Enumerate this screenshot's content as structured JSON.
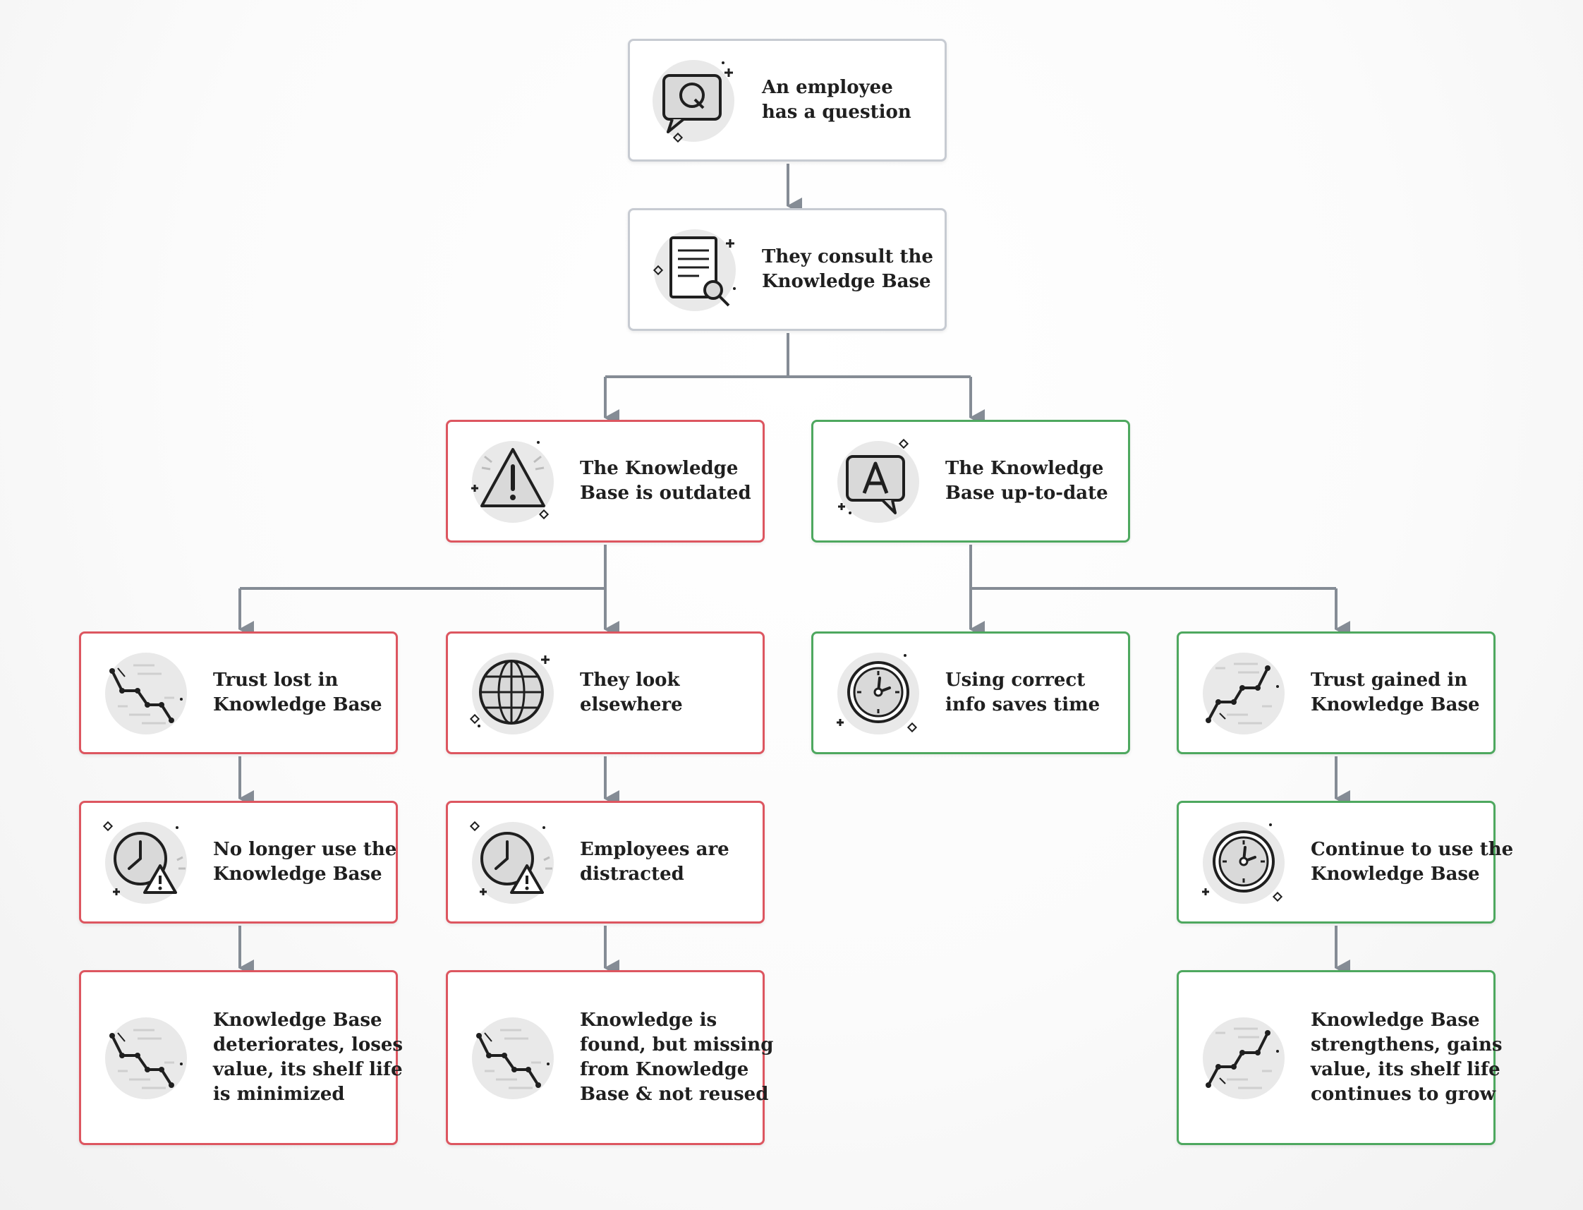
{
  "nodes": [
    {
      "id": "question",
      "lines": [
        "An employee",
        "has a question"
      ],
      "icon": "question-chat-icon",
      "status": "neutral"
    },
    {
      "id": "consult",
      "lines": [
        "They consult the",
        "Knowledge Base"
      ],
      "icon": "document-search-icon",
      "status": "neutral"
    },
    {
      "id": "outdated",
      "lines": [
        "The Knowledge",
        "Base is outdated"
      ],
      "icon": "warning-triangle-icon",
      "status": "negative"
    },
    {
      "id": "uptodate",
      "lines": [
        "The Knowledge",
        "Base up-to-date"
      ],
      "icon": "answer-chat-icon",
      "status": "positive"
    },
    {
      "id": "trust-lost",
      "lines": [
        "Trust lost in",
        "Knowledge Base"
      ],
      "icon": "declining-chart-icon",
      "status": "negative"
    },
    {
      "id": "look-elsewhere",
      "lines": [
        "They look",
        "elsewhere"
      ],
      "icon": "globe-icon",
      "status": "negative"
    },
    {
      "id": "saves-time",
      "lines": [
        "Using correct",
        "info saves time"
      ],
      "icon": "wall-clock-icon",
      "status": "positive"
    },
    {
      "id": "trust-gained",
      "lines": [
        "Trust gained in",
        "Knowledge Base"
      ],
      "icon": "rising-chart-icon",
      "status": "positive"
    },
    {
      "id": "no-longer-use",
      "lines": [
        "No longer use the",
        "Knowledge Base"
      ],
      "icon": "clock-warning-icon",
      "status": "negative"
    },
    {
      "id": "distracted",
      "lines": [
        "Employees are",
        "distracted"
      ],
      "icon": "clock-warning-icon",
      "status": "negative"
    },
    {
      "id": "continue-use",
      "lines": [
        "Continue to use the",
        "Knowledge Base"
      ],
      "icon": "wall-clock-icon",
      "status": "positive"
    },
    {
      "id": "deteriorates",
      "lines": [
        "Knowledge Base",
        "deteriorates, loses",
        "value, its shelf life",
        "is minimized"
      ],
      "icon": "declining-chart-icon",
      "status": "negative"
    },
    {
      "id": "not-reused",
      "lines": [
        "Knowledge is",
        "found, but missing",
        "from Knowledge",
        "Base & not reused"
      ],
      "icon": "declining-chart-icon",
      "status": "negative"
    },
    {
      "id": "strengthens",
      "lines": [
        "Knowledge Base",
        "strengthens, gains",
        "value, its shelf life",
        "continues to grow"
      ],
      "icon": "rising-chart-icon",
      "status": "positive"
    }
  ],
  "edges": [
    [
      "question",
      "consult"
    ],
    [
      "consult",
      "outdated"
    ],
    [
      "consult",
      "uptodate"
    ],
    [
      "outdated",
      "trust-lost"
    ],
    [
      "outdated",
      "look-elsewhere"
    ],
    [
      "uptodate",
      "saves-time"
    ],
    [
      "uptodate",
      "trust-gained"
    ],
    [
      "trust-lost",
      "no-longer-use"
    ],
    [
      "no-longer-use",
      "deteriorates"
    ],
    [
      "look-elsewhere",
      "distracted"
    ],
    [
      "distracted",
      "not-reused"
    ],
    [
      "trust-gained",
      "continue-use"
    ],
    [
      "continue-use",
      "strengthens"
    ]
  ],
  "colors": {
    "neutral_border": "#c7cbd2",
    "negative_border": "#dd5660",
    "positive_border": "#4ea85f",
    "connector": "#858c95",
    "text": "#1f1f1f"
  }
}
